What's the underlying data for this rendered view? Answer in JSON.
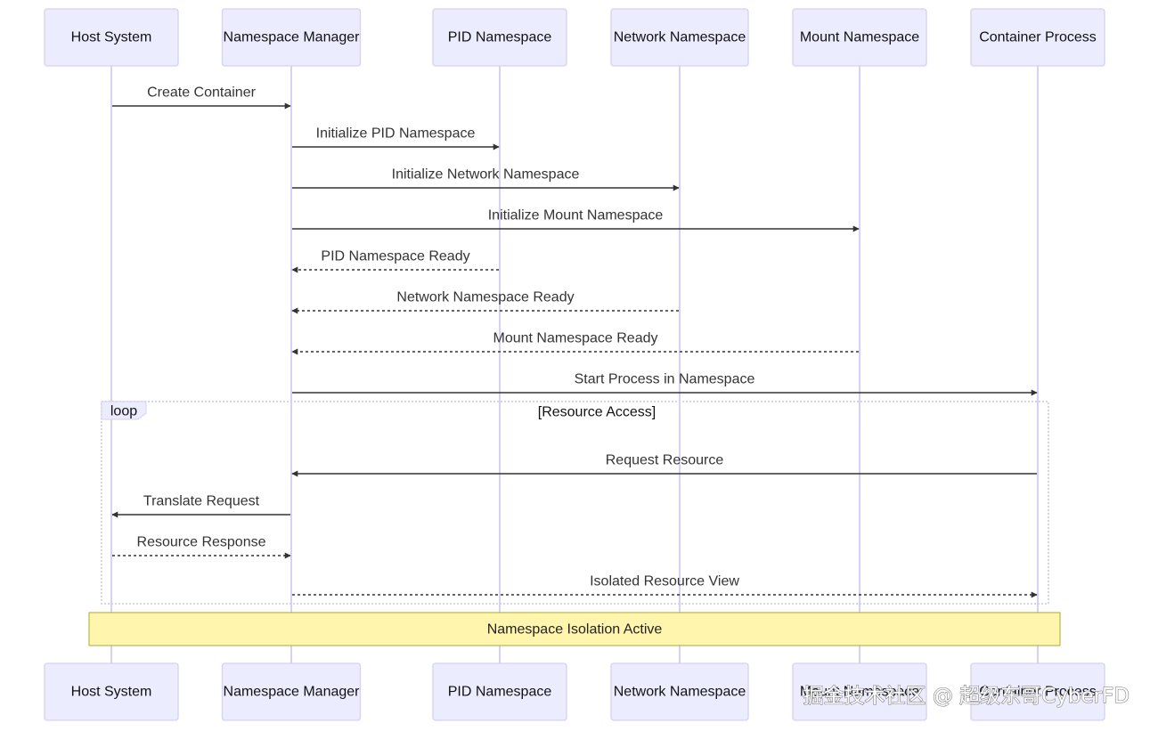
{
  "participants": [
    {
      "id": "host",
      "label": "Host System"
    },
    {
      "id": "nsm",
      "label": "Namespace Manager"
    },
    {
      "id": "pid",
      "label": "PID Namespace"
    },
    {
      "id": "net",
      "label": "Network Namespace"
    },
    {
      "id": "mnt",
      "label": "Mount Namespace"
    },
    {
      "id": "proc",
      "label": "Container Process"
    }
  ],
  "messages": [
    {
      "from": "host",
      "to": "nsm",
      "label": "Create Container",
      "dashed": false
    },
    {
      "from": "nsm",
      "to": "pid",
      "label": "Initialize PID Namespace",
      "dashed": false
    },
    {
      "from": "nsm",
      "to": "net",
      "label": "Initialize Network Namespace",
      "dashed": false
    },
    {
      "from": "nsm",
      "to": "mnt",
      "label": "Initialize Mount Namespace",
      "dashed": false
    },
    {
      "from": "pid",
      "to": "nsm",
      "label": "PID Namespace Ready",
      "dashed": true
    },
    {
      "from": "net",
      "to": "nsm",
      "label": "Network Namespace Ready",
      "dashed": true
    },
    {
      "from": "mnt",
      "to": "nsm",
      "label": "Mount Namespace Ready",
      "dashed": true
    },
    {
      "from": "nsm",
      "to": "proc",
      "label": "Start Process in Namespace",
      "dashed": false
    },
    {
      "from": "proc",
      "to": "nsm",
      "label": "Request Resource",
      "dashed": false
    },
    {
      "from": "nsm",
      "to": "host",
      "label": "Translate Request",
      "dashed": false
    },
    {
      "from": "host",
      "to": "nsm",
      "label": "Resource Response",
      "dashed": true
    },
    {
      "from": "nsm",
      "to": "proc",
      "label": "Isolated Resource View",
      "dashed": true
    }
  ],
  "loop": {
    "keyword": "loop",
    "condition": "[Resource Access]"
  },
  "note": {
    "text": "Namespace Isolation Active"
  },
  "watermark": {
    "text": "掘金技术社区 @ 超级东哥CyberFD"
  },
  "colors": {
    "actor_fill": "#ECECFF",
    "actor_border": "#D6D0F2",
    "lifeline": "#D7D1F4",
    "arrow": "#333333",
    "note_fill": "#FFF5AD",
    "note_border": "#AAAA33"
  }
}
